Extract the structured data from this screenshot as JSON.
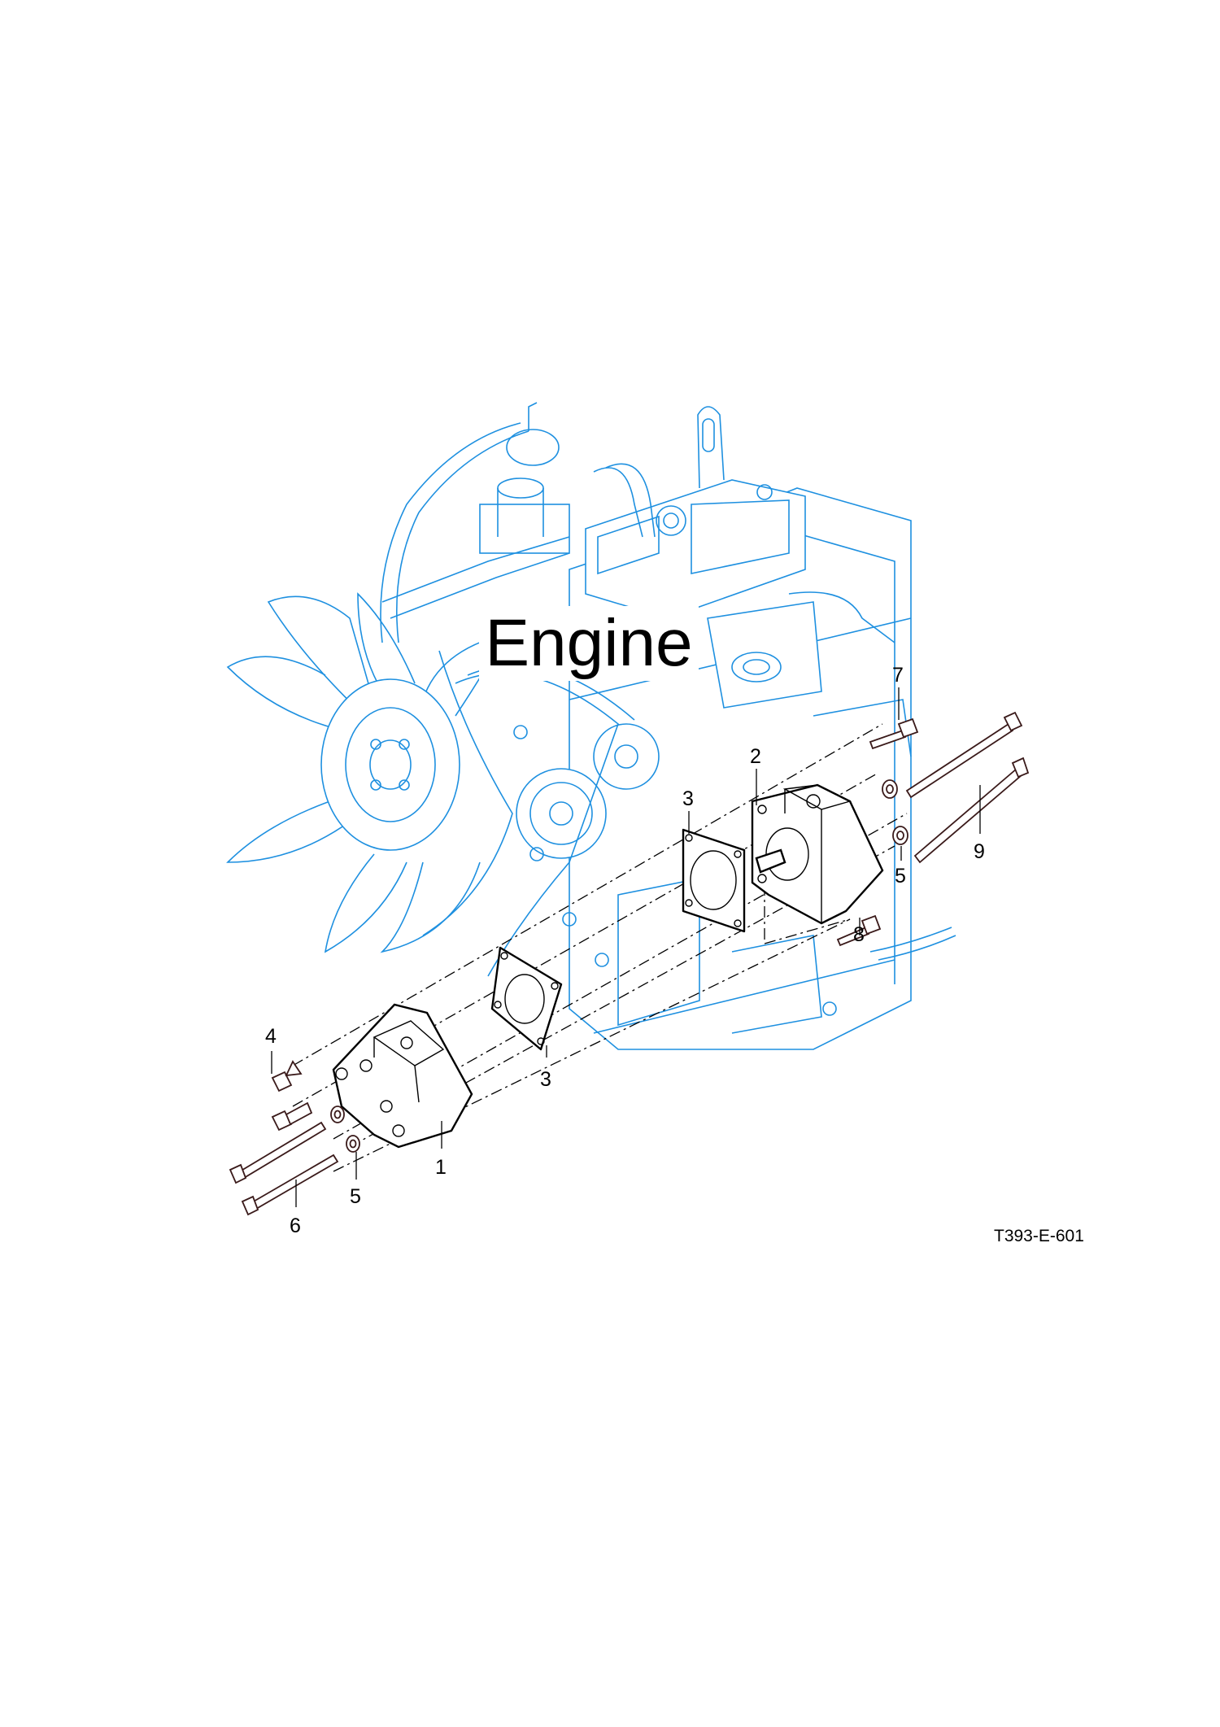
{
  "diagram": {
    "engine_label": "Engine",
    "drawing_code": "T393-E-601",
    "colors": {
      "engine_lines": "#1e90e0",
      "parts": "#000000"
    },
    "callouts": [
      {
        "id": "callout-1",
        "number": "1",
        "part": "pump-left"
      },
      {
        "id": "callout-2",
        "number": "2",
        "part": "pump-right"
      },
      {
        "id": "callout-3a",
        "number": "3",
        "part": "gasket-upper"
      },
      {
        "id": "callout-3b",
        "number": "3",
        "part": "gasket-lower"
      },
      {
        "id": "callout-4",
        "number": "4",
        "part": "flange-bolts-left"
      },
      {
        "id": "callout-5a",
        "number": "5",
        "part": "washer-left"
      },
      {
        "id": "callout-5b",
        "number": "5",
        "part": "washer-right"
      },
      {
        "id": "callout-6",
        "number": "6",
        "part": "long-bolts-left"
      },
      {
        "id": "callout-7",
        "number": "7",
        "part": "flange-bolt-right-upper"
      },
      {
        "id": "callout-8",
        "number": "8",
        "part": "flange-bolt-right-lower"
      },
      {
        "id": "callout-9",
        "number": "9",
        "part": "long-bolts-right"
      }
    ]
  }
}
